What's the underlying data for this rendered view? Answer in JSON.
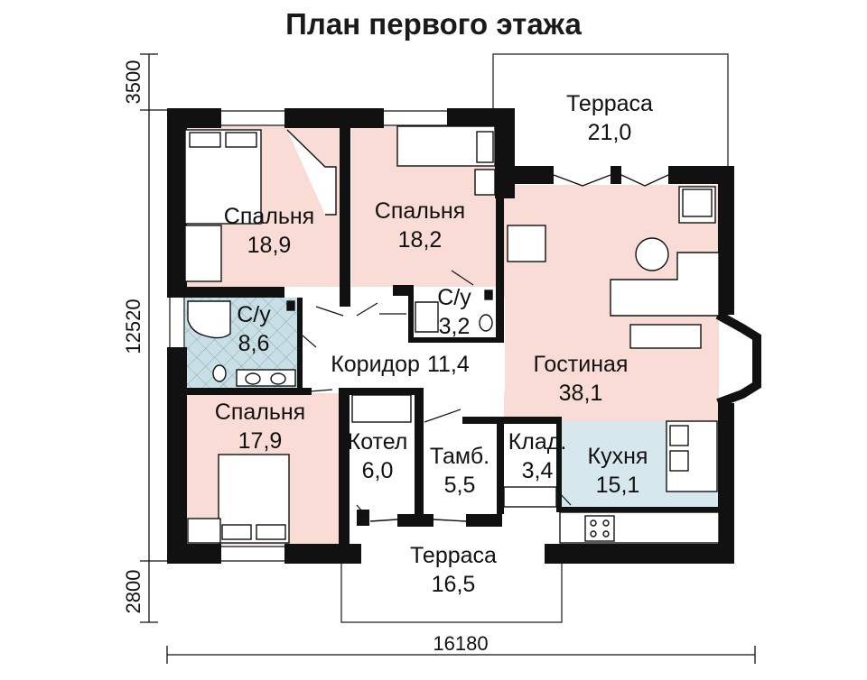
{
  "title": "План первого этажа",
  "dimensions": {
    "left_top": "3500",
    "left_middle": "12520",
    "left_bottom": "2800",
    "bottom": "16180"
  },
  "rooms": [
    {
      "name": "Спальня",
      "area": "18,9"
    },
    {
      "name": "Спальня",
      "area": "18,2"
    },
    {
      "name": "Терраса",
      "area": "21,0"
    },
    {
      "name": "С/у",
      "area": "8,6"
    },
    {
      "name": "С/у",
      "area": "3,2"
    },
    {
      "name": "Коридор",
      "area": "11,4"
    },
    {
      "name": "Гостиная",
      "area": "38,1"
    },
    {
      "name": "Спальня",
      "area": "17,9"
    },
    {
      "name": "Котел",
      "area": "6,0"
    },
    {
      "name": "Тамб.",
      "area": "5,5"
    },
    {
      "name": "Клад.",
      "area": "3,4"
    },
    {
      "name": "Кухня",
      "area": "15,1"
    },
    {
      "name": "Терраса",
      "area": "16,5"
    }
  ],
  "colors": {
    "wall": "#111111",
    "bedroom": "#f9dcd6",
    "bath": "#c9dfe6",
    "kitchen": "#d6e8ee",
    "floor": "#ffffff"
  }
}
